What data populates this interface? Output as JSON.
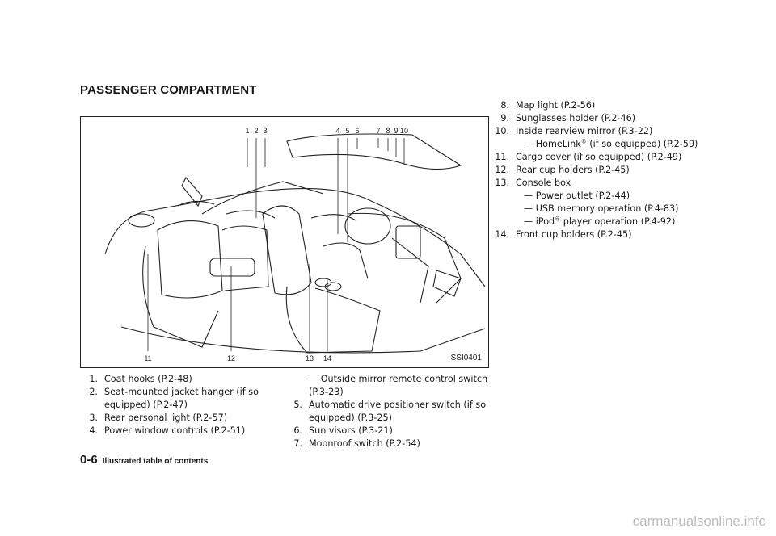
{
  "section_title": "PASSENGER COMPARTMENT",
  "figure": {
    "code": "SSI0401",
    "callouts_top": [
      "1",
      "2",
      "3",
      "4",
      "5",
      "6",
      "7",
      "8",
      "9",
      "10"
    ],
    "callouts_bottom": [
      "11",
      "12",
      "13",
      "14"
    ]
  },
  "list_col1": [
    {
      "num": "1.",
      "text": "Coat hooks (P.2-48)"
    },
    {
      "num": "2.",
      "text": "Seat-mounted jacket hanger (if so equipped) (P.2-47)"
    },
    {
      "num": "3.",
      "text": "Rear personal light (P.2-57)"
    },
    {
      "num": "4.",
      "text": "Power window controls (P.2-51)"
    }
  ],
  "list_col2": [
    {
      "num": "",
      "text": "— Outside mirror remote control switch (P.3-23)"
    },
    {
      "num": "5.",
      "text": "Automatic drive positioner switch (if so equipped) (P.3-25)"
    },
    {
      "num": "6.",
      "text": "Sun visors (P.3-21)"
    },
    {
      "num": "7.",
      "text": "Moonroof switch (P.2-54)"
    }
  ],
  "list_col3": {
    "item8": {
      "num": "8.",
      "text": "Map light (P.2-56)"
    },
    "item9": {
      "num": "9.",
      "text": "Sunglasses holder (P.2-46)"
    },
    "item10": {
      "num": "10.",
      "text": "Inside rearview mirror (P.3-22)",
      "sub_pre": "— HomeLink",
      "sub_post": " (if so equipped) (P.2-59)"
    },
    "item11": {
      "num": "11.",
      "text": "Cargo cover (if so equipped) (P.2-49)"
    },
    "item12": {
      "num": "12.",
      "text": "Rear cup holders (P.2-45)"
    },
    "item13": {
      "num": "13.",
      "text": "Console box",
      "sub1": "— Power outlet (P.2-44)",
      "sub2": "— USB memory operation (P.4-83)",
      "sub3_pre": "— iPod",
      "sub3_post": " player operation (P.4-92)"
    },
    "item14": {
      "num": "14.",
      "text": "Front cup holders (P.2-45)"
    },
    "reg": "®"
  },
  "footer": {
    "page": "0-6",
    "label": "Illustrated table of contents"
  },
  "watermark": "carmanualsonline.info"
}
